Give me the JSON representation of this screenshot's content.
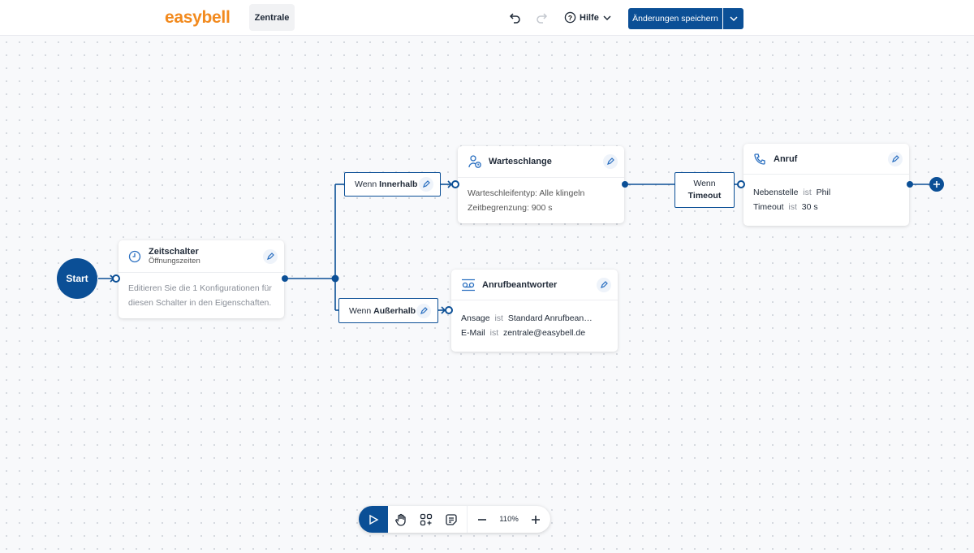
{
  "header": {
    "logo": "easybell",
    "tab": "Zentrale",
    "help": "Hilfe",
    "save": "Änderungen speichern"
  },
  "colors": {
    "primary": "#0b4f96",
    "brand": "#f28a1e"
  },
  "flow": {
    "start": "Start",
    "zeitschalter": {
      "title": "Zeitschalter",
      "subtitle": "Öffnungszeiten",
      "body": "Editieren Sie die 1 Konfigurationen für diesen Schalter in den Eigenschaften."
    },
    "innerhalb": {
      "prefix": "Wenn ",
      "bold": "Innerhalb"
    },
    "ausserhalb": {
      "prefix": "Wenn ",
      "bold": "Außerhalb"
    },
    "warteschlange": {
      "title": "Warteschlange",
      "line1": "Warteschleifentyp: Alle klingeln",
      "line2": "Zeitbegrenzung: 900 s"
    },
    "timeout": {
      "prefix": "Wenn",
      "bold": "Timeout"
    },
    "anruf": {
      "title": "Anruf",
      "rows": [
        {
          "k": "Nebenstelle",
          "op": "ist",
          "v": "Phil"
        },
        {
          "k": "Timeout",
          "op": "ist",
          "v": "30 s"
        }
      ]
    },
    "anrufbeantworter": {
      "title": "Anrufbeantworter",
      "rows": [
        {
          "k": "Ansage",
          "op": "ist",
          "v": "Standard Anrufbean…"
        },
        {
          "k": "E-Mail",
          "op": "ist",
          "v": "zentrale@easybell.de"
        }
      ]
    }
  },
  "toolbar": {
    "zoom": "110%",
    "tools": [
      "select-icon",
      "hand-icon",
      "add-node-icon",
      "notes-icon"
    ]
  }
}
